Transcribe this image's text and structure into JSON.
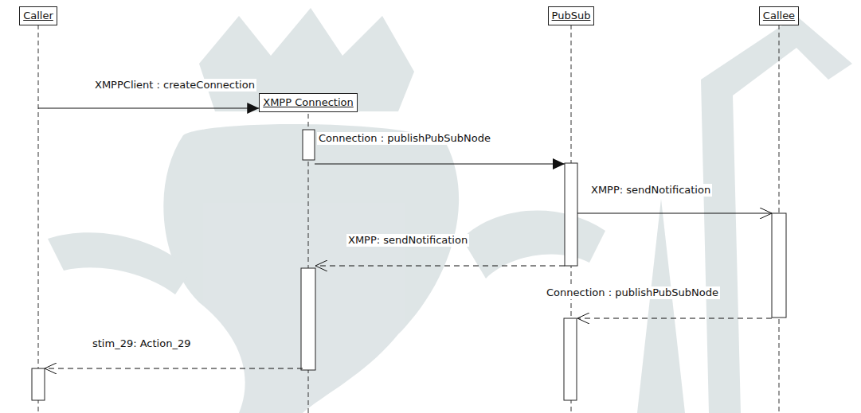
{
  "diagram": {
    "nodes": [
      {
        "text": [
          "Caller"
        ]
      },
      {
        "text": [
          "XMPP Connection"
        ]
      },
      {
        "text": [
          "PubSub"
        ]
      },
      {
        "text": [
          "Callee"
        ]
      }
    ],
    "edges": [
      {
        "from": 0,
        "to": 1,
        "label": "XMPPClient : createConnection",
        "arrow": "to"
      },
      {
        "from": 1,
        "to": 2,
        "label": "Connection : publishPubSubNode",
        "arrow": "to"
      },
      {
        "from": 2,
        "to": 3,
        "label": "XMPP: sendNotification",
        "arrow": "to"
      },
      {
        "from": 2,
        "to": 1,
        "label": "XMPP: sendNotification",
        "arrow": "to"
      },
      {
        "from": 3,
        "to": 2,
        "label": "Connection : publishPubSubNode",
        "arrow": "to"
      },
      {
        "from": 1,
        "to": 0,
        "label": "stim_29: Action_29",
        "arrow": "to"
      }
    ]
  }
}
